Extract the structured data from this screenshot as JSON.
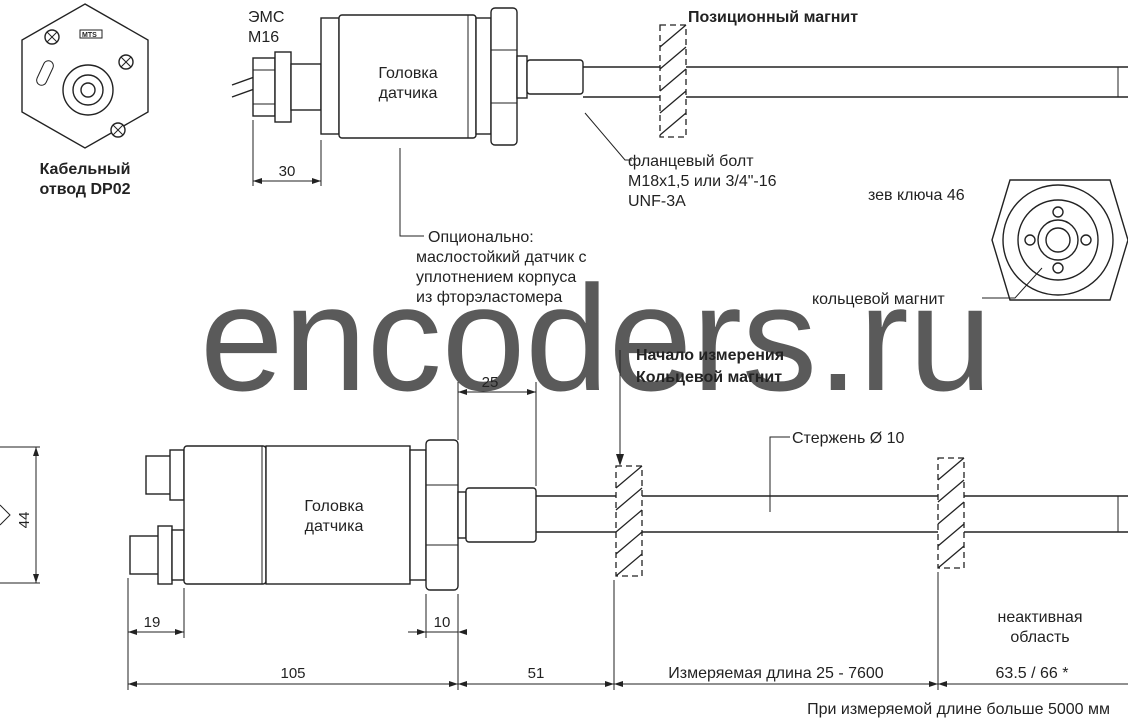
{
  "watermark": "encoders.ru",
  "labels": {
    "ems": "ЭМС",
    "m16": "M16",
    "head_top_1": "Головка",
    "head_top_2": "датчика",
    "pos_magnet": "Позиционный магнит",
    "flange_1": "фланцевый болт",
    "flange_2": "M18x1,5 или 3/4\"-16",
    "flange_3": "UNF-3A",
    "cable_1": "Кабельный",
    "cable_2": "отвод DP02",
    "wrench": "зев ключа 46",
    "ring_magnet": "кольцевой магнит",
    "opt_1": "Опционально:",
    "opt_2": "маслостойкий датчик с",
    "opt_3": "уплотнением корпуса",
    "opt_4": "из фторэластомера",
    "start_1": "Начало измерения",
    "start_2": "Кольцевой магнит",
    "rod": "Стержень Ø 10",
    "head_bot_1": "Головка",
    "head_bot_2": "датчика",
    "inactive_1": "неактивная",
    "inactive_2": "область",
    "footnote": "При измеряемой длине больше 5000 мм",
    "logo": "MTS"
  },
  "dimensions": {
    "d30": "30",
    "d25": "25",
    "d44": "44",
    "d19": "19",
    "d10": "10",
    "d105": "105",
    "d51": "51",
    "measured": "Измеряемая длина 25 - 7600",
    "inactive_len": "63.5 / 66 *"
  },
  "colors": {
    "line": "#222222",
    "watermark": "#5a5a5a"
  }
}
